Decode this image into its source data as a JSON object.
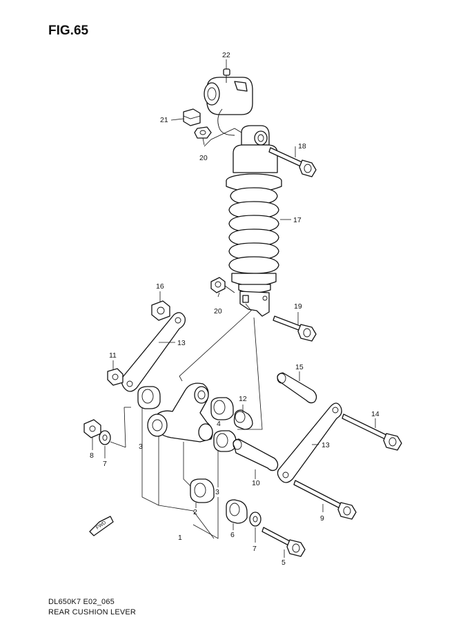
{
  "figure": {
    "title": "FIG.65"
  },
  "footer": {
    "code": "DL650K7 E02_065",
    "caption": "REAR CUSHION LEVER"
  },
  "fwd_marker": {
    "label": "FWD",
    "icon": "fwd-arrow-icon"
  },
  "callouts": [
    {
      "id": "c22",
      "label": "22"
    },
    {
      "id": "c21",
      "label": "21"
    },
    {
      "id": "c20a",
      "label": "20"
    },
    {
      "id": "c18",
      "label": "18"
    },
    {
      "id": "c17",
      "label": "17"
    },
    {
      "id": "c16",
      "label": "16"
    },
    {
      "id": "c20b",
      "label": "20"
    },
    {
      "id": "c19",
      "label": "19"
    },
    {
      "id": "c13a",
      "label": "13"
    },
    {
      "id": "c11",
      "label": "11"
    },
    {
      "id": "c15",
      "label": "15"
    },
    {
      "id": "c12",
      "label": "12"
    },
    {
      "id": "c14",
      "label": "14"
    },
    {
      "id": "c4",
      "label": "4"
    },
    {
      "id": "c8",
      "label": "8"
    },
    {
      "id": "c7a",
      "label": "7"
    },
    {
      "id": "c3a",
      "label": "3"
    },
    {
      "id": "c13b",
      "label": "13"
    },
    {
      "id": "c10",
      "label": "10"
    },
    {
      "id": "c3b",
      "label": "3"
    },
    {
      "id": "c9",
      "label": "9"
    },
    {
      "id": "c2",
      "label": "2"
    },
    {
      "id": "c6",
      "label": "6"
    },
    {
      "id": "c1",
      "label": "1"
    },
    {
      "id": "c7b",
      "label": "7"
    },
    {
      "id": "c5",
      "label": "5"
    }
  ]
}
